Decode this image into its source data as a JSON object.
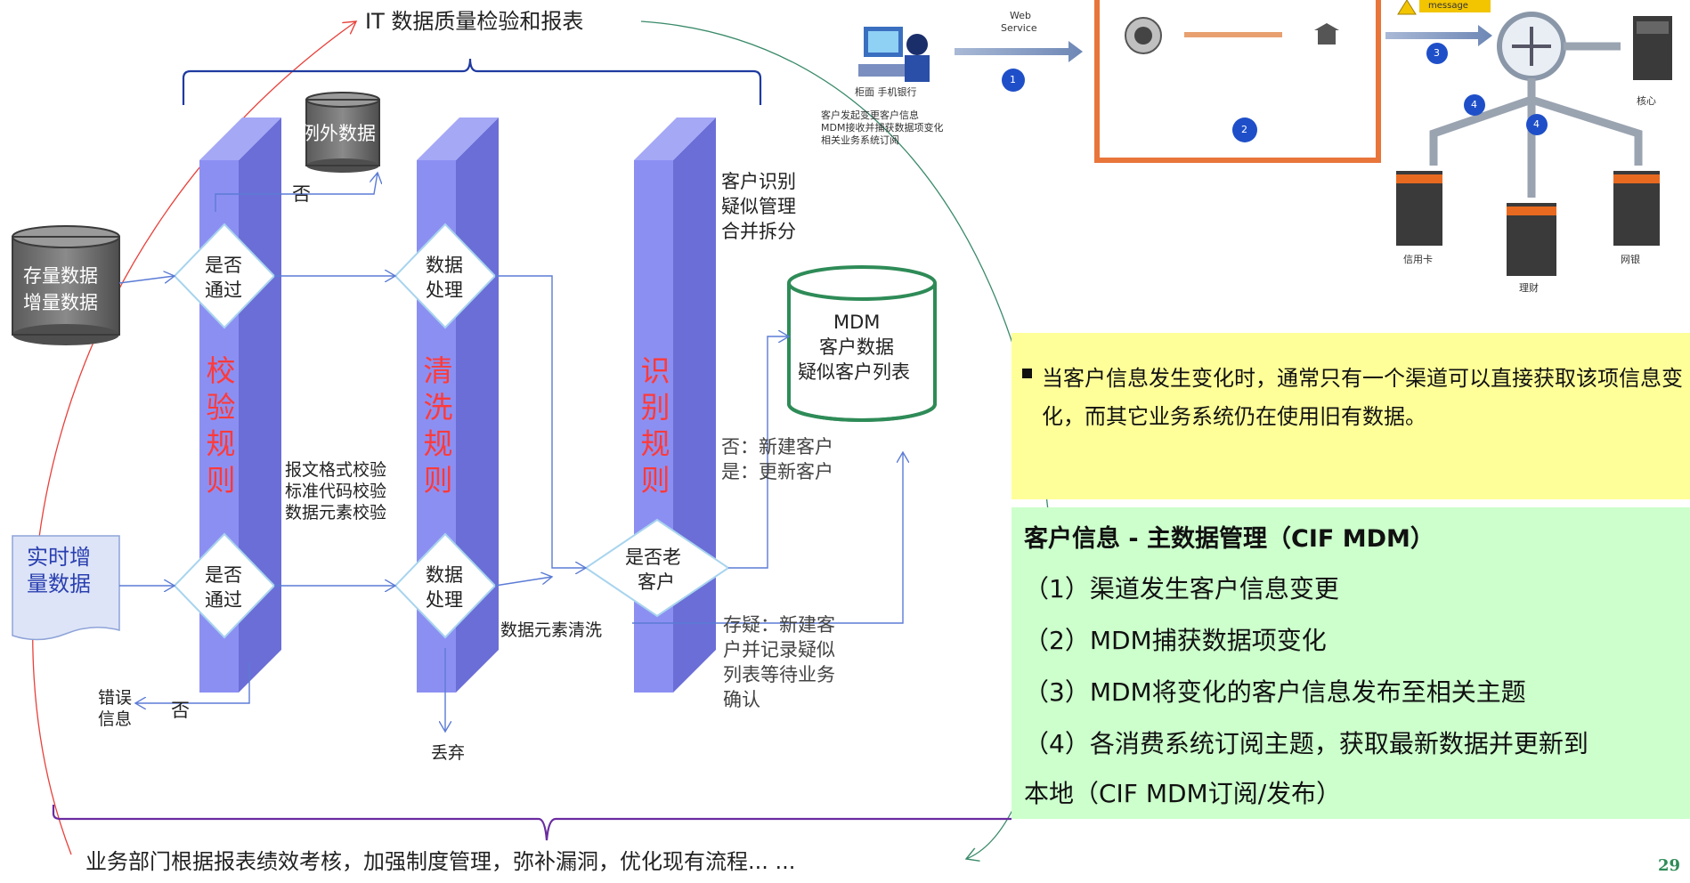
{
  "top_title": "IT 数据质量检验和报表",
  "bottom_text": "业务部门根据报表绩效考核，加强制度管理，弥补漏洞，优化现有流程... ...",
  "sources": {
    "stock": [
      "存量数据",
      "增量数据"
    ],
    "realtime": [
      "实时增",
      "量数据"
    ]
  },
  "exception_db": "例外数据",
  "columns": {
    "validate": "校验规则",
    "cleanse": "清洗规则",
    "identify": "识别规则"
  },
  "diamonds": {
    "pass_top": [
      "是否",
      "通过"
    ],
    "pass_bottom": [
      "是否",
      "通过"
    ],
    "process_top": [
      "数据",
      "处理"
    ],
    "process_bottom": [
      "数据",
      "处理"
    ],
    "old_customer": [
      "是否老",
      "客户"
    ]
  },
  "labels": {
    "no_top": "否",
    "no_bottom": "否",
    "error_info": [
      "错误",
      "信息"
    ],
    "validate_rules": [
      "报文格式校验",
      "标准代码校验",
      "数据元素校验"
    ],
    "element_cleanse": "数据元素清洗",
    "discard": "丢弃",
    "identify_notes": [
      "客户识别",
      "疑似管理",
      "合并拆分"
    ],
    "new_update": [
      "否：新建客户",
      "是：更新客户"
    ],
    "suspect": [
      "存疑：新建客",
      "户并记录疑似",
      "列表等待业务",
      "确认"
    ]
  },
  "mdm_db": [
    "MDM",
    "客户数据",
    "疑似客户列表"
  ],
  "top_right": {
    "web_service": [
      "Web",
      "Service"
    ],
    "message": "message",
    "steps": [
      "1",
      "2",
      "3",
      "4",
      "4"
    ],
    "channel_caption": [
      "柜面   手机银行"
    ],
    "consumer_labels": [
      "信用卡",
      "核心",
      "理财",
      "网银"
    ],
    "note_small": [
      "客户发起变更客户信息",
      "MDM接收并捕获数据项变化",
      "相关业务系统订阅"
    ]
  },
  "info_text": "当客户信息发生变化时，通常只有一个渠道可以直接获取该项信息变化，而其它业务系统仍在使用旧有数据。",
  "green": {
    "title": "客户信息 - 主数据管理（CIF MDM）",
    "lines": [
      "（1）渠道发生客户信息变更",
      "（2）MDM捕获数据项变化",
      "（3）MDM将变化的客户信息发布至相关主题",
      "（4）各消费系统订阅主题，获取最新数据并更新到",
      "本地（CIF MDM订阅/发布）"
    ]
  },
  "page_number": "29",
  "colors": {
    "column": "#8c8ff2",
    "column_dark": "#6b6ed6",
    "rule_text": "#ff3a3a",
    "mdm_border": "#2e8b57",
    "orange": "#e8753a"
  }
}
